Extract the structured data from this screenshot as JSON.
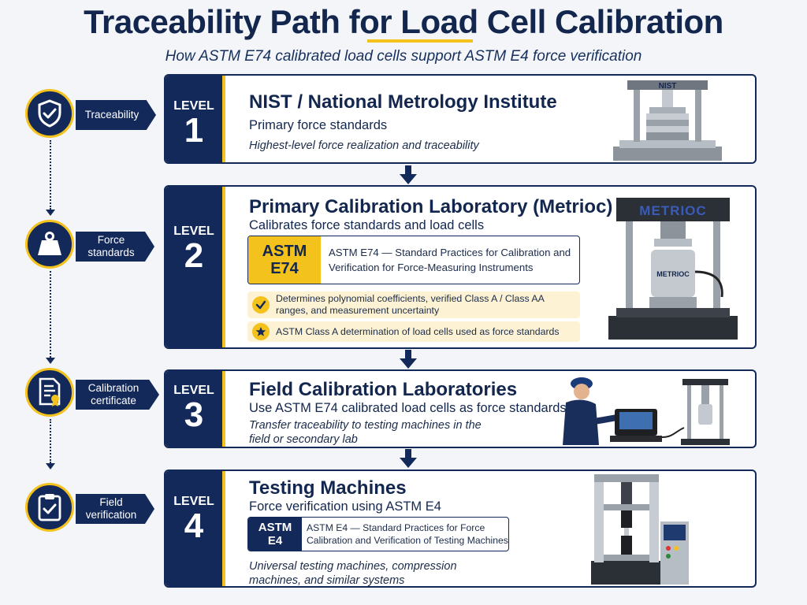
{
  "header": {
    "title": "Traceability Path for Load Cell Calibration",
    "subtitle": "How ASTM E74 calibrated load cells support ASTM E4 force verification"
  },
  "rail": [
    {
      "label": "Traceability",
      "icon": "shield-check-icon"
    },
    {
      "label": "Force standards",
      "icon": "weight-icon"
    },
    {
      "label": "Calibration certificate",
      "icon": "certificate-icon"
    },
    {
      "label": "Field verification",
      "icon": "clipboard-check-icon"
    }
  ],
  "levels": [
    {
      "word": "LEVEL",
      "number": "1",
      "title": "NIST / National Metrology Institute",
      "subtitle": "Primary force standards",
      "note": "Highest-level force realization and traceability",
      "image_label": "NIST"
    },
    {
      "word": "LEVEL",
      "number": "2",
      "title": "Primary Calibration Laboratory (Metrioc)",
      "subtitle": "Calibrates force standards and load cells",
      "standard": {
        "tag": "ASTM E74",
        "text": "ASTM E74 — Standard Practices for Calibration and Verification for Force-Measuring Instruments"
      },
      "bullets": [
        {
          "icon": "check-icon",
          "text": "Determines polynomial coefficients, verified Class A / Class AA ranges, and measurement uncertainty"
        },
        {
          "icon": "star-icon",
          "text": "ASTM Class A determination of load cells used as force standards"
        }
      ],
      "image_label": "METRIOC",
      "image_label_small": "METRIOC"
    },
    {
      "word": "LEVEL",
      "number": "3",
      "title": "Field Calibration Laboratories",
      "subtitle": "Use ASTM E74 calibrated load cells as force standards",
      "note": "Transfer traceability to testing machines in the field or secondary lab"
    },
    {
      "word": "LEVEL",
      "number": "4",
      "title": "Testing Machines",
      "subtitle": "Force verification using ASTM E4",
      "standard": {
        "tag": "ASTM E4",
        "text": "ASTM E4 — Standard Practices for Force Calibration and Verification of Testing Machines"
      },
      "note": "Universal testing machines, compression machines, and similar systems"
    }
  ],
  "colors": {
    "navy": "#13295a",
    "gold": "#f4c21c",
    "cream": "#fdf3d4"
  }
}
